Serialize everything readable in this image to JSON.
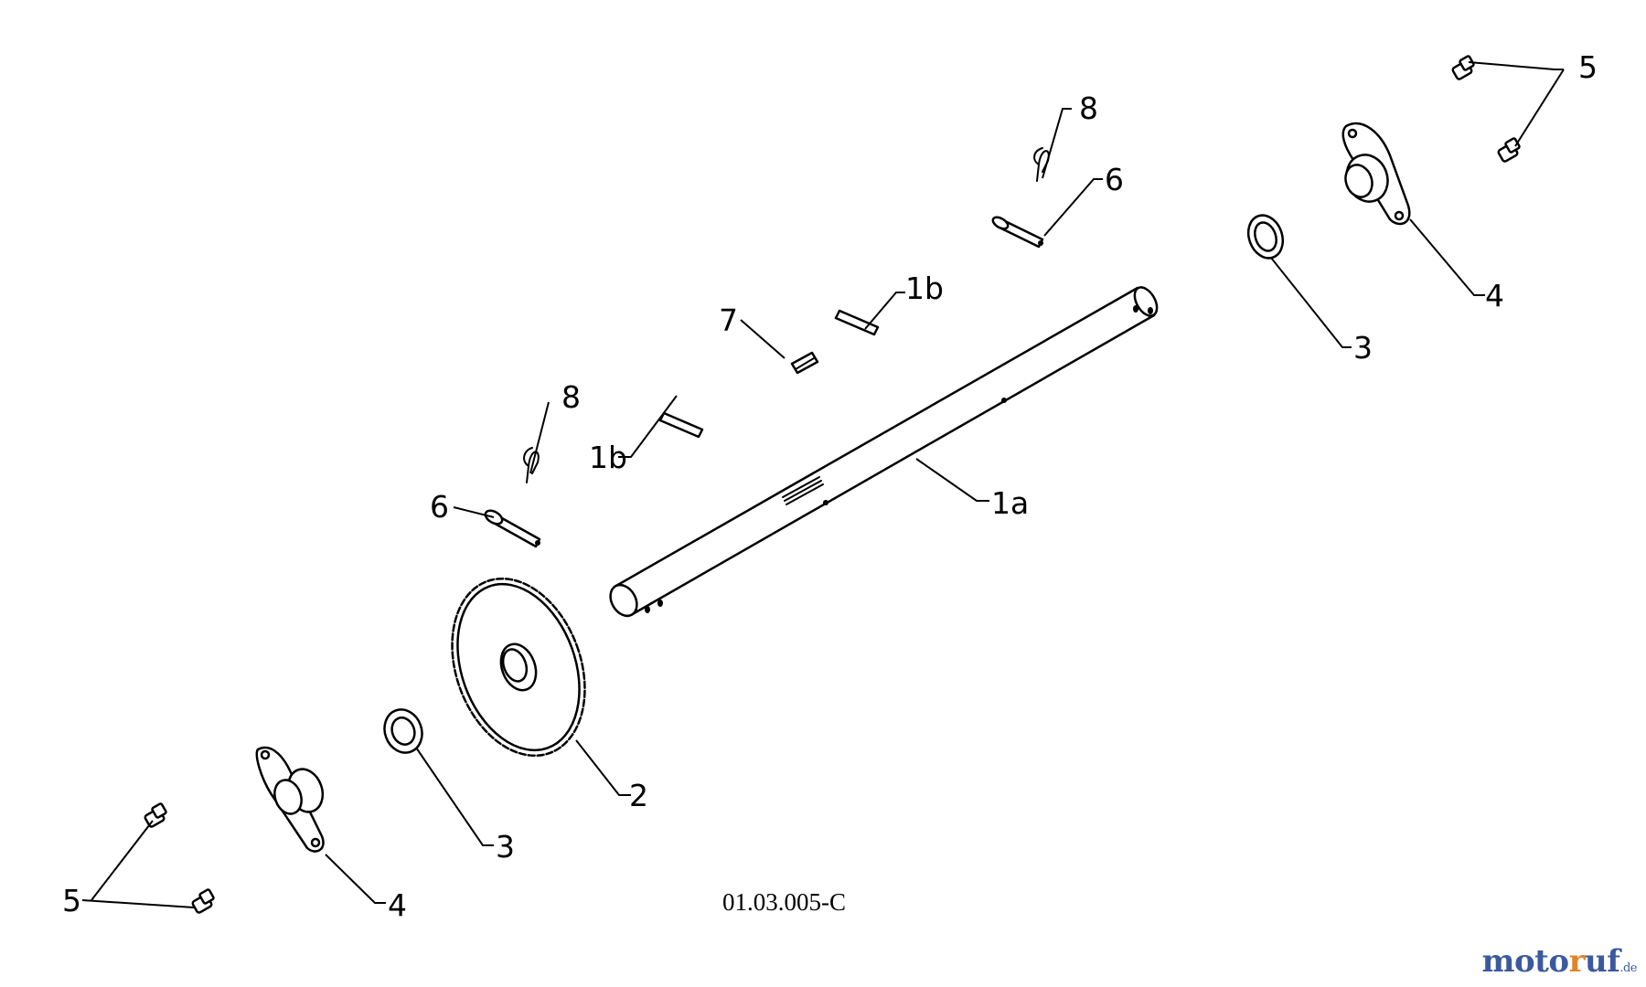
{
  "callouts": {
    "shaft": "1a",
    "key_upper": "1b",
    "key_lower": "1b",
    "sprocket": "2",
    "washer_upper": "3",
    "washer_lower": "3",
    "bearing_flange_upper": "4",
    "bearing_flange_lower": "4",
    "bolts_upper": "5",
    "bolts_lower": "5",
    "clevis_pin_upper": "6",
    "clevis_pin_lower": "6",
    "key_center": "7",
    "hairpin_upper": "8",
    "hairpin_lower": "8"
  },
  "drawing_code": "01.03.005-C",
  "watermark": {
    "part1": "moto",
    "part2": "r",
    "part3": "uf",
    "suffix": ".de"
  }
}
